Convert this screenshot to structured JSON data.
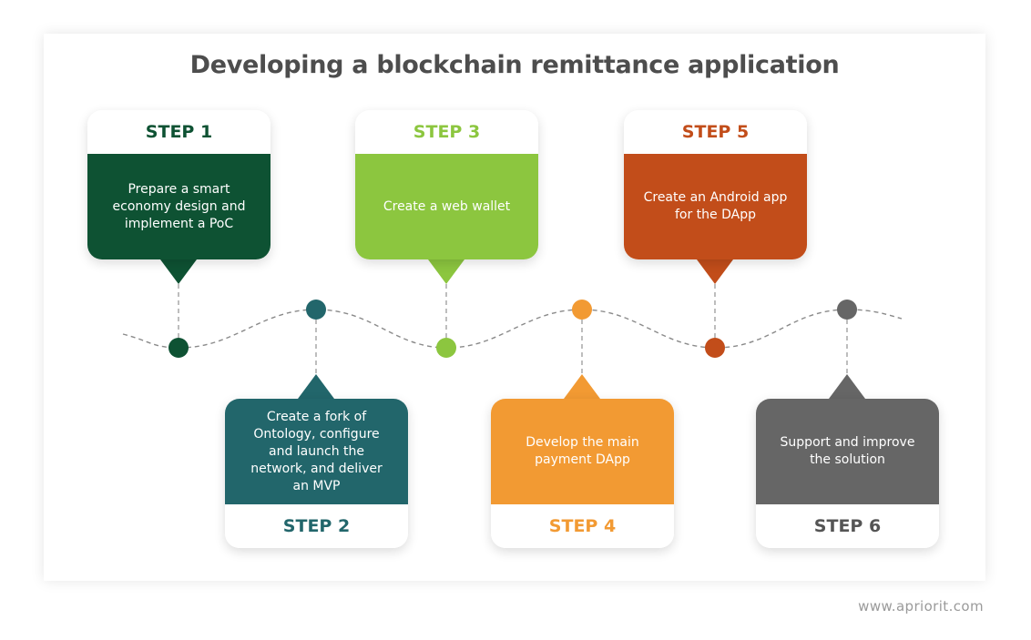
{
  "title": "Developing a blockchain remittance application",
  "footer": "www.apriorit.com",
  "steps": [
    {
      "label": "STEP 1",
      "text": "Prepare a smart economy design and implement a PoC",
      "color": "#0e5233"
    },
    {
      "label": "STEP 2",
      "text": "Create a fork of Ontology, configure and launch the network, and deliver an MVP",
      "color": "#22666b"
    },
    {
      "label": "STEP 3",
      "text": "Create a web wallet",
      "color": "#8cc63f"
    },
    {
      "label": "STEP 4",
      "text": "Develop the main payment DApp",
      "color": "#f29a33"
    },
    {
      "label": "STEP 5",
      "text": "Create an Android app for the DApp",
      "color": "#c24d1a"
    },
    {
      "label": "STEP 6",
      "text": "Support and improve the solution",
      "color": "#666666"
    }
  ]
}
